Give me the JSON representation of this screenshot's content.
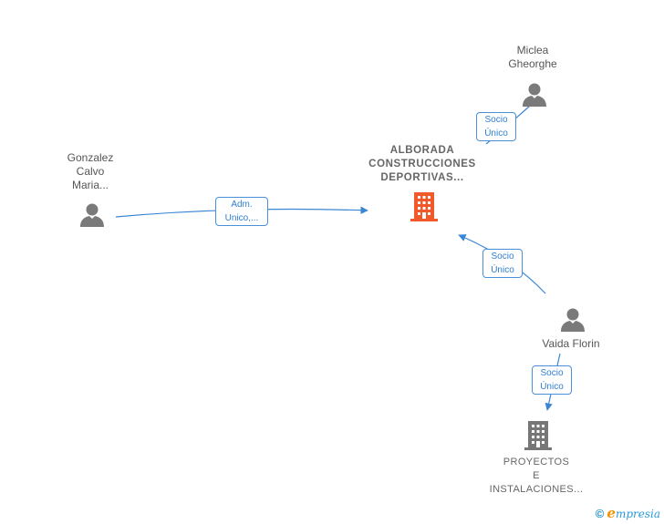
{
  "nodes": {
    "main_company": {
      "lines": [
        "ALBORADA",
        "CONSTRUCCIONES",
        "DEPORTIVAS..."
      ],
      "color": "#f2592a",
      "icon": "building-icon"
    },
    "miclea": {
      "lines": [
        "Miclea",
        "Gheorghe"
      ],
      "icon": "person-icon"
    },
    "gonzalez": {
      "lines": [
        "Gonzalez",
        "Calvo",
        "Maria..."
      ],
      "icon": "person-icon"
    },
    "vaida": {
      "lines": [
        "Vaida Florin"
      ],
      "icon": "person-icon"
    },
    "proyectos": {
      "lines": [
        "PROYECTOS",
        "E",
        "INSTALACIONES..."
      ],
      "color": "#777777",
      "icon": "building-icon"
    }
  },
  "edges": {
    "gonzalez_main": {
      "lines": [
        "Adm.",
        "Unico,..."
      ]
    },
    "miclea_main": {
      "lines": [
        "Socio",
        "Único"
      ]
    },
    "vaida_main": {
      "lines": [
        "Socio",
        "Único"
      ]
    },
    "vaida_proyectos": {
      "lines": [
        "Socio",
        "Único"
      ]
    }
  },
  "colors": {
    "edge": "#3a86d4",
    "person": "#7a7a7a"
  },
  "footer": {
    "copyright": "©",
    "brand_initial": "e",
    "brand_rest": "mpresia"
  }
}
